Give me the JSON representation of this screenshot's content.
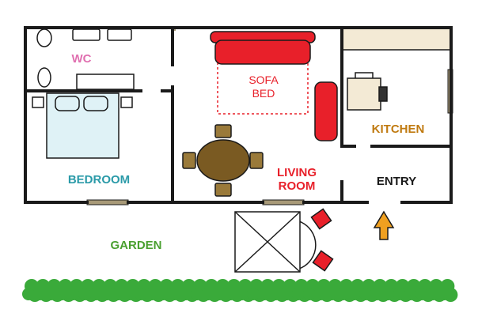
{
  "rooms": {
    "wc": "WC",
    "bedroom": "BEDROOM",
    "sofa_bed_line1": "SOFA",
    "sofa_bed_line2": "BED",
    "living_line1": "LIVING",
    "living_line2": "ROOM",
    "kitchen": "KITCHEN",
    "entry": "ENTRY",
    "garden": "GARDEN"
  },
  "colors": {
    "wall": "#1a1a1a",
    "wc_label": "#e070b0",
    "bedroom_label": "#2a9aa8",
    "sofa_bed_label": "#e8202a",
    "living_label": "#e8202a",
    "kitchen_label": "#c07a10",
    "entry_label": "#1a1a1a",
    "garden_label": "#4aa030",
    "sofa": "#e8202a",
    "bed": "#dff2f6",
    "table": "#7a5a22",
    "chair": "#9a7a3a",
    "counter": "#f3ead5",
    "window": "#a89a78",
    "hedge": "#3aaa3a",
    "arrow": "#f0a020",
    "patio_chair": "#e8202a"
  },
  "icons": {
    "entry_arrow": "arrow-up-icon",
    "kitchen_appliance": "stove-icon"
  }
}
